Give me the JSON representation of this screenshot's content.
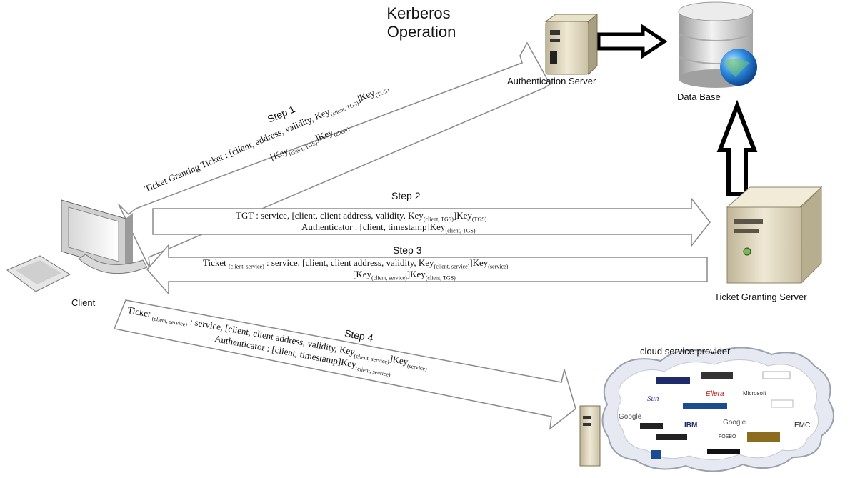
{
  "title_line1": "Kerberos",
  "title_line2": "Operation",
  "nodes": {
    "auth_server": "Authentication Server",
    "database": "Data Base",
    "client": "Client",
    "tgs": "Ticket Granting Server",
    "csp": "cloud service provider"
  },
  "steps": {
    "s1": {
      "label": "Step 1",
      "line1": {
        "a": "Ticket Granting Ticket : [client, address, validity, Key",
        "b": "(client, TGS)",
        "c": "]Key",
        "d": "(TGS)"
      },
      "line2": {
        "a": "[Key",
        "b": "(client, TGS)",
        "c": "]Key",
        "d": "(client)"
      }
    },
    "s2": {
      "label": "Step 2",
      "line1": {
        "a": "TGT : service, [client, client address, validity, Key",
        "b": "(client, TGS)",
        "c": "]Key",
        "d": "(TGS)"
      },
      "line2": {
        "a": "Authenticator : [client, timestamp]Key",
        "b": "(client, TGS)"
      }
    },
    "s3": {
      "label": "Step 3",
      "line1": {
        "a": "Ticket ",
        "b": "(client, service)",
        "c": " : service, [client, client address, validity, Key",
        "d": "(client, service)",
        "e": "]Key",
        "f": "(service)"
      },
      "line2": {
        "a": "[Key",
        "b": "(client, service)",
        "c": "]Key",
        "d": "(client, TGS)"
      }
    },
    "s4": {
      "label": "Step 4",
      "line1": {
        "a": "Ticket ",
        "b": "(client, service)",
        "c": " : service, [client, client address, validity, Key",
        "d": "(client, service)",
        "e": "]Key",
        "f": "(service)"
      },
      "line2": {
        "a": "Authenticator : [client, timestamp]Key",
        "b": "(client, service)"
      }
    }
  },
  "cloud_logos": [
    "Sun",
    "Google",
    "IBM",
    "Microsoft",
    "EMC",
    "Google",
    "Ellera",
    "FOSBO"
  ],
  "colors": {
    "arrow_stroke": "#8a8a8a",
    "server_body": "#d8cfb6",
    "globe": "#1f7fd6",
    "cloud": "#e6e9f2"
  }
}
